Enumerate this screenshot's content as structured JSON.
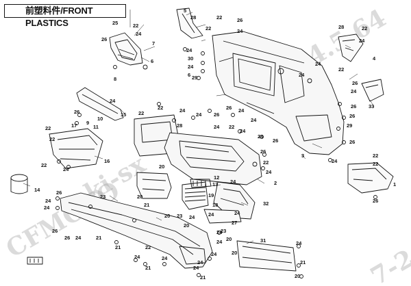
{
  "title": "前塑料件/FRONT PLASTICS",
  "watermarks": [
    "CFMOTO",
    "ki-sx",
    "14.5.64",
    "7-2"
  ],
  "labels": {
    "n1": "1",
    "n2": "2",
    "n3": "3",
    "n4": "4",
    "n5": "5",
    "n6": "6",
    "n7": "7",
    "n8": "8",
    "n9": "9",
    "n10": "10",
    "n11": "11",
    "n12": "12",
    "n13": "13",
    "n14": "14",
    "n15": "15",
    "n16": "16",
    "n17": "17",
    "n18": "18",
    "n19": "19",
    "n20": "20",
    "n21": "21",
    "n22": "22",
    "n23": "23",
    "n24": "24",
    "n25": "25",
    "n26": "26",
    "n27": "27",
    "n28": "28",
    "n29": "29",
    "n30": "30",
    "n31": "31",
    "n32": "32",
    "n33": "33"
  }
}
